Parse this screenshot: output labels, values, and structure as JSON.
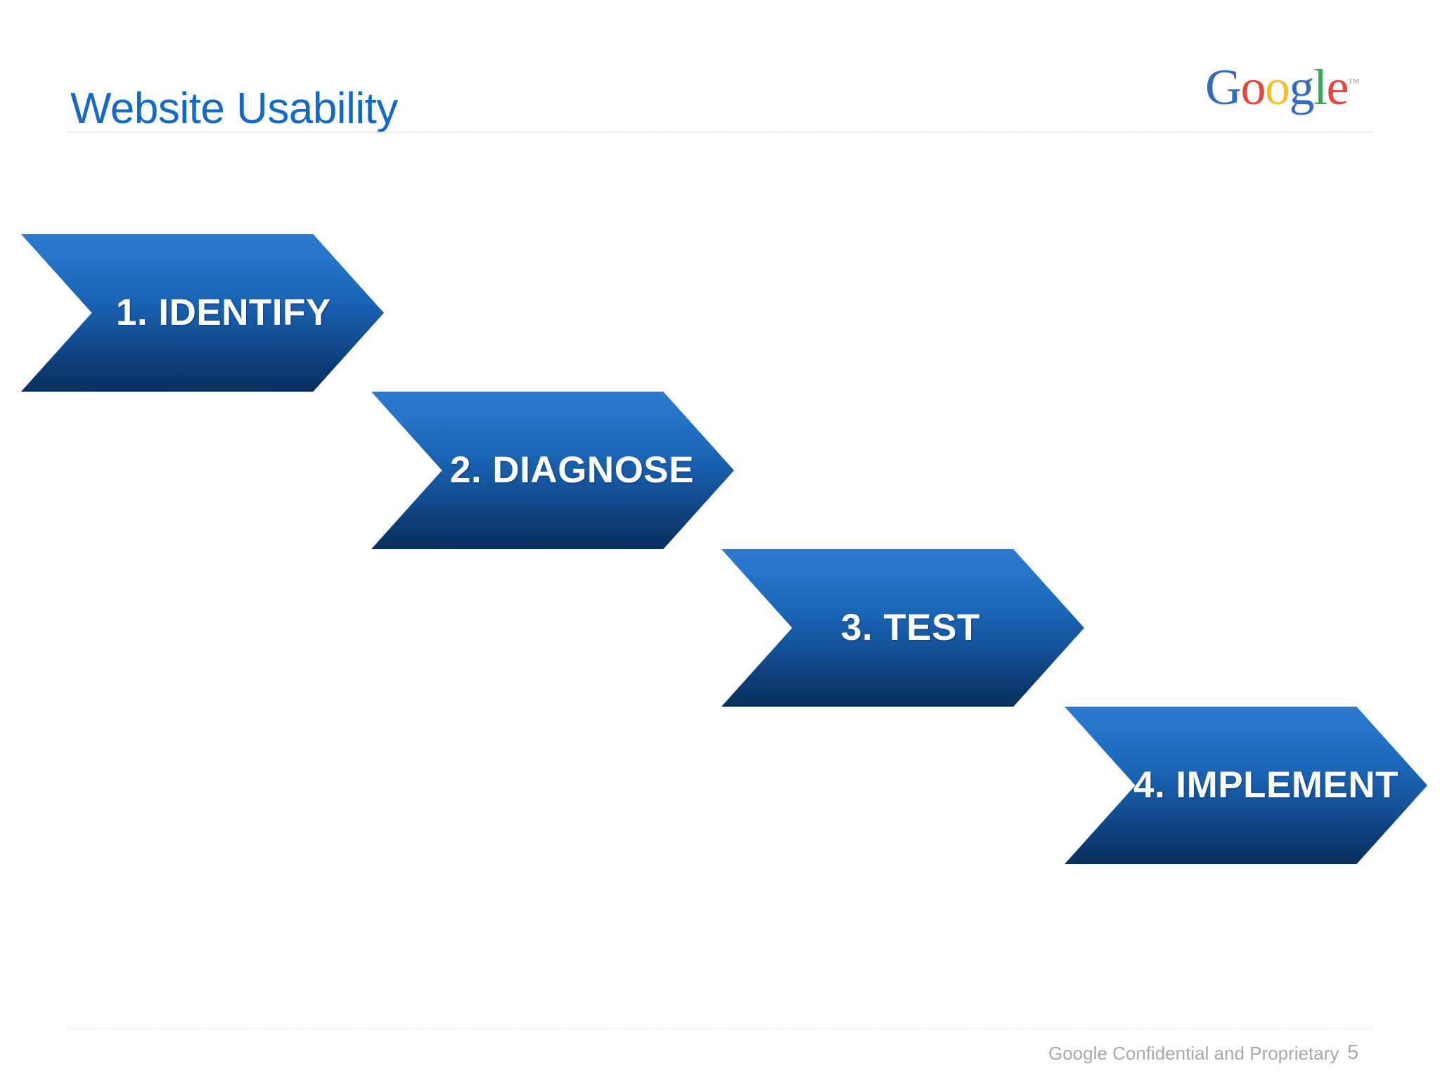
{
  "slide": {
    "title": "Website Usability",
    "title_color": "#1369c8",
    "background": "#ffffff"
  },
  "logo": {
    "name": "google-logo",
    "letters": [
      {
        "char": "G",
        "color": "#356ac3"
      },
      {
        "char": "o",
        "color": "#e7443b"
      },
      {
        "char": "o",
        "color": "#f7bf2e"
      },
      {
        "char": "g",
        "color": "#356ac3"
      },
      {
        "char": "l",
        "color": "#3aa757"
      },
      {
        "char": "e",
        "color": "#e7443b"
      }
    ],
    "trademark": "™"
  },
  "process": {
    "accent_top": "#2b7ad0",
    "accent_bottom": "#092f5d",
    "steps": [
      {
        "number": "1",
        "label": "1. IDENTIFY"
      },
      {
        "number": "2",
        "label": "2. DIAGNOSE"
      },
      {
        "number": "3",
        "label": "3. TEST"
      },
      {
        "number": "4",
        "label": "4. IMPLEMENT"
      }
    ]
  },
  "footer": {
    "note": "Google Confidential and Proprietary",
    "page_number": "5",
    "text_color": "#a7a9ad"
  }
}
